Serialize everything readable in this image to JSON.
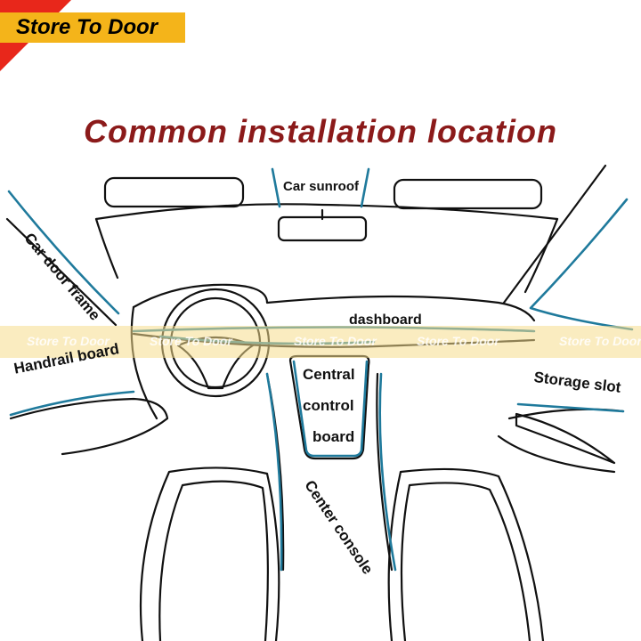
{
  "brand": {
    "name": "Store To Door",
    "accent": "#f4b41a",
    "corner": "#e8271b"
  },
  "title": "Common installation location",
  "watermark": [
    "Store To Door",
    "Store To Door",
    "Store To Door",
    "Store To Door",
    "Store To Door"
  ],
  "labels": {
    "sunroof": "Car sunroof",
    "door_frame": "Car door frame",
    "dashboard": "dashboard",
    "handrail": "Handrail board",
    "storage": "Storage slot",
    "central_line1": "Central",
    "central_line2": "control",
    "central_line3": "board",
    "console": "Center console"
  },
  "colors": {
    "outline": "#111111",
    "led": "#1f7a9c",
    "title": "#8b1a1a",
    "band": "#f5dc8c"
  }
}
